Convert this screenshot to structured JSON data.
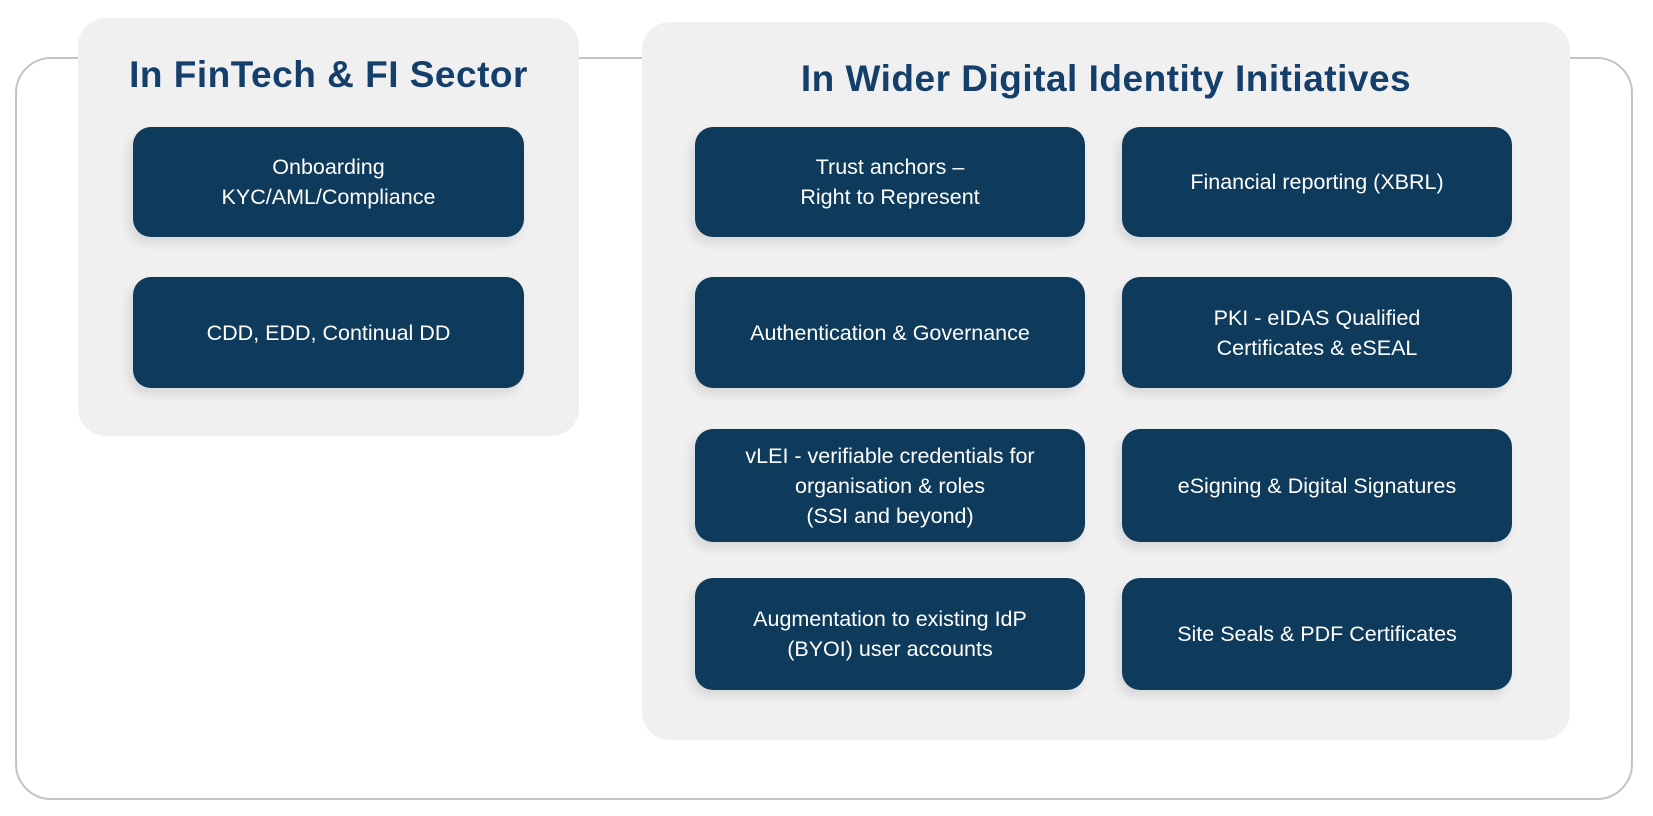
{
  "colors": {
    "box_navy": "#0e3a5c",
    "title_navy": "#143f6a",
    "panel_gray": "#f0f0f1",
    "frame_border": "#c4c4c4",
    "box_text": "#ffffff"
  },
  "left_panel": {
    "title": "In FinTech & FI Sector",
    "boxes": [
      {
        "label": "Onboarding\nKYC/AML/Compliance"
      },
      {
        "label": "CDD, EDD, Continual DD"
      }
    ]
  },
  "right_panel": {
    "title": "In Wider Digital Identity Initiatives",
    "col1": [
      {
        "label": "Trust anchors –\nRight to Represent"
      },
      {
        "label": "Authentication & Governance"
      },
      {
        "label": "vLEI - verifiable credentials for\norganisation & roles\n(SSI and beyond)"
      },
      {
        "label": "Augmentation to existing IdP\n(BYOI) user accounts"
      }
    ],
    "col2": [
      {
        "label": "Financial reporting (XBRL)"
      },
      {
        "label": "PKI - eIDAS Qualified\nCertificates & eSEAL"
      },
      {
        "label": "eSigning & Digital Signatures"
      },
      {
        "label": "Site Seals & PDF Certificates"
      }
    ]
  }
}
